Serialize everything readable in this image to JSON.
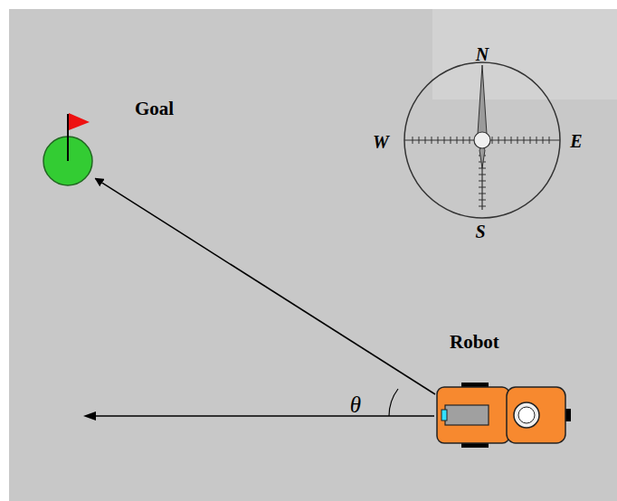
{
  "diagram": {
    "nodes": [
      {
        "text": [
          "Goal"
        ]
      },
      {
        "text": [
          "Robot"
        ]
      }
    ],
    "edges": [
      {
        "from": 1,
        "to": 0,
        "arrow": "to"
      }
    ],
    "labels": [
      "θ",
      "N",
      "W",
      "E",
      "S"
    ]
  }
}
